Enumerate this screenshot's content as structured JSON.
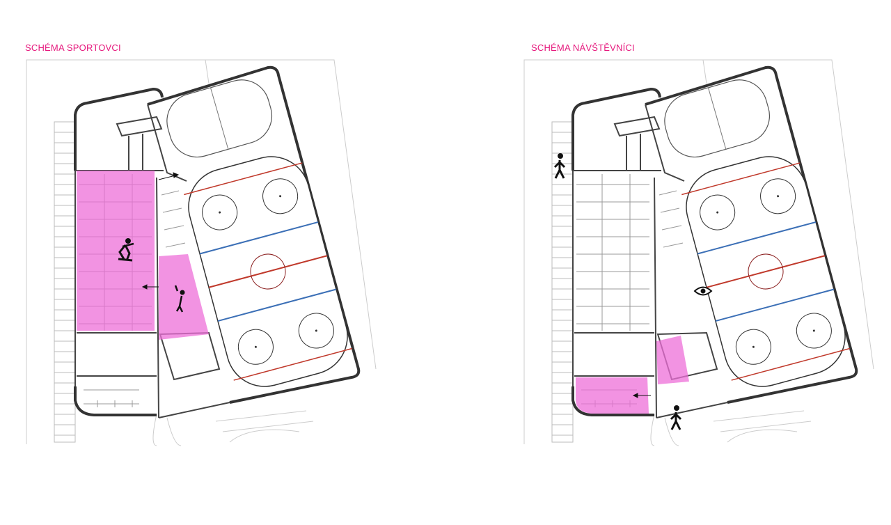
{
  "panels": [
    {
      "title": "SCHÉMA SPORTOVCI",
      "highlight_zones": [
        "locker-rooms",
        "corridor-to-ice"
      ],
      "icons": [
        "hockey-player-icon",
        "skater-icon"
      ]
    },
    {
      "title": "SCHÉMA NÁVŠTĚVNÍCI",
      "highlight_zones": [
        "entrance-hall",
        "stairs-area"
      ],
      "icons": [
        "pedestrian-icon",
        "pedestrian-icon",
        "eye-icon"
      ]
    }
  ],
  "colors": {
    "accent": "#e6197d",
    "highlight": "#ee6fd8",
    "rink_red": "#c0392b",
    "rink_blue": "#3b6fb6",
    "wall": "#333333"
  }
}
